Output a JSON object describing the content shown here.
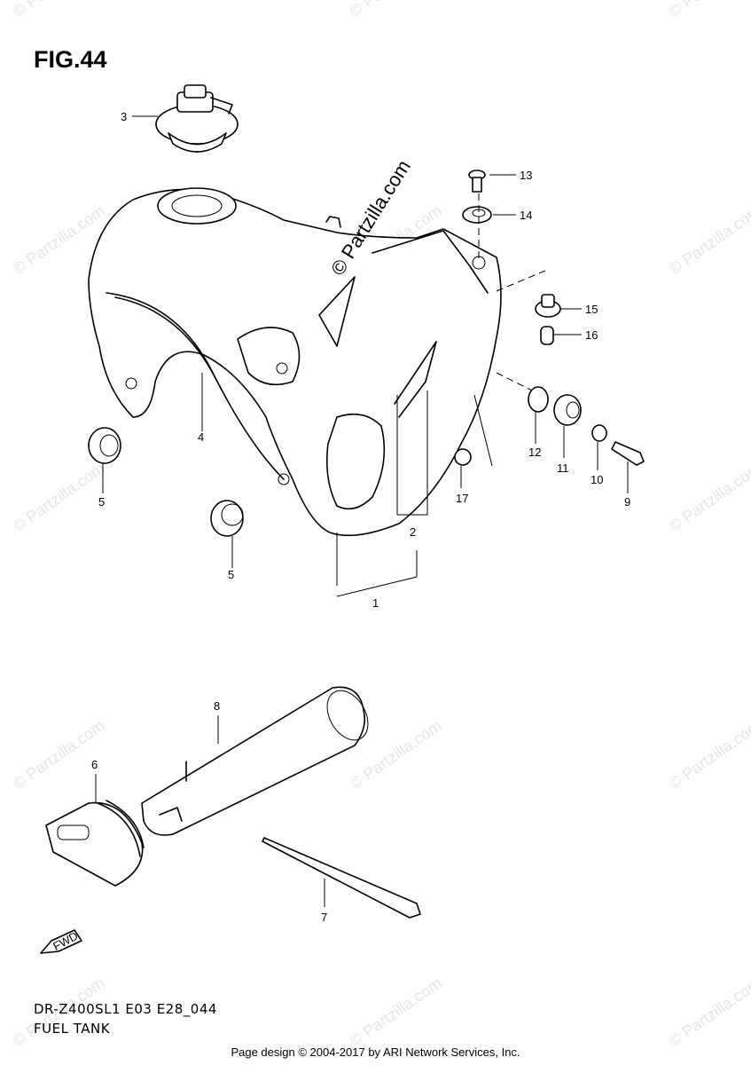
{
  "figure": {
    "title": "FIG.44",
    "model_code": "DR-Z400SL1 E03 E28_044",
    "section_name": "FUEL TANK",
    "footer": "Page design © 2004-2017 by ARI Network Services, Inc.",
    "brand_mark": "© Partzilla.com",
    "watermark": "© Partzilla.com",
    "fwd_label": "FWD"
  },
  "callouts": [
    "1",
    "2",
    "3",
    "4",
    "5",
    "5",
    "6",
    "7",
    "8",
    "9",
    "10",
    "11",
    "12",
    "13",
    "14",
    "15",
    "16",
    "17"
  ]
}
